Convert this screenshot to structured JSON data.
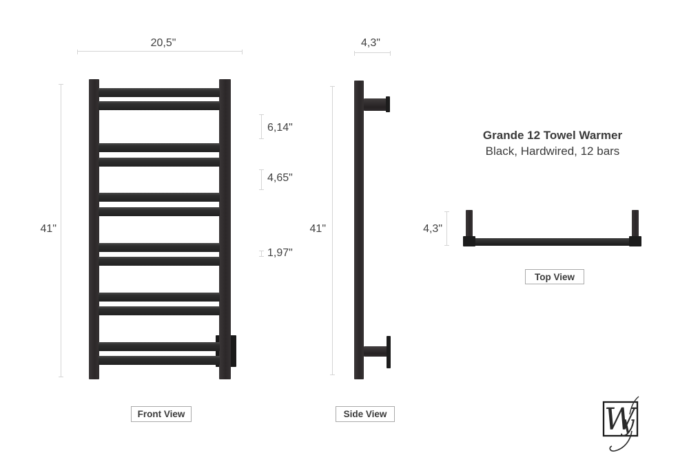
{
  "product": {
    "title": "Grande 12 Towel Warmer",
    "subtitle": "Black, Hardwired, 12 bars"
  },
  "front_view": {
    "label": "Front View",
    "width": "20,5\"",
    "height": "41\"",
    "spacing_top": "6,14\"",
    "spacing_middle": "4,65\"",
    "spacing_small": "1,97\""
  },
  "side_view": {
    "label": "Side View",
    "depth": "4,3\"",
    "height": "41\""
  },
  "top_view": {
    "label": "Top View",
    "depth": "4,3\""
  },
  "logo": {
    "letter_w": "W",
    "letter_y": "y"
  },
  "colors": {
    "product_black": "#2b2b2b",
    "dimension_line": "#d4d4d4",
    "text": "#3f3f3f"
  }
}
